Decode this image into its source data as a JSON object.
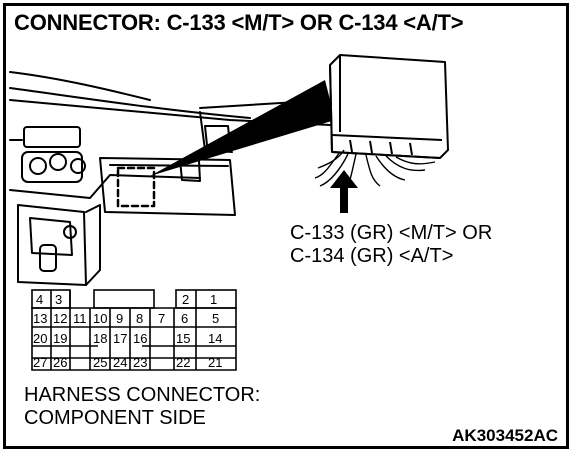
{
  "title": "CONNECTOR: C-133 <M/T> OR C-134 <A/T>",
  "callout": {
    "line1": "C-133 (GR) <M/T> OR",
    "line2": "C-134 (GR) <A/T>"
  },
  "caption": {
    "line1": "HARNESS CONNECTOR:",
    "line2": "COMPONENT SIDE"
  },
  "figure_code": "AK303452AC",
  "connector_pins": [
    "4",
    "3",
    "2",
    "1",
    "13",
    "12",
    "11",
    "10",
    "9",
    "8",
    "7",
    "6",
    "5",
    "20",
    "19",
    "18",
    "17",
    "16",
    "15",
    "14",
    "27",
    "26",
    "25",
    "24",
    "23",
    "22",
    "21"
  ],
  "colors": {
    "line": "#000000",
    "background": "#ffffff"
  }
}
